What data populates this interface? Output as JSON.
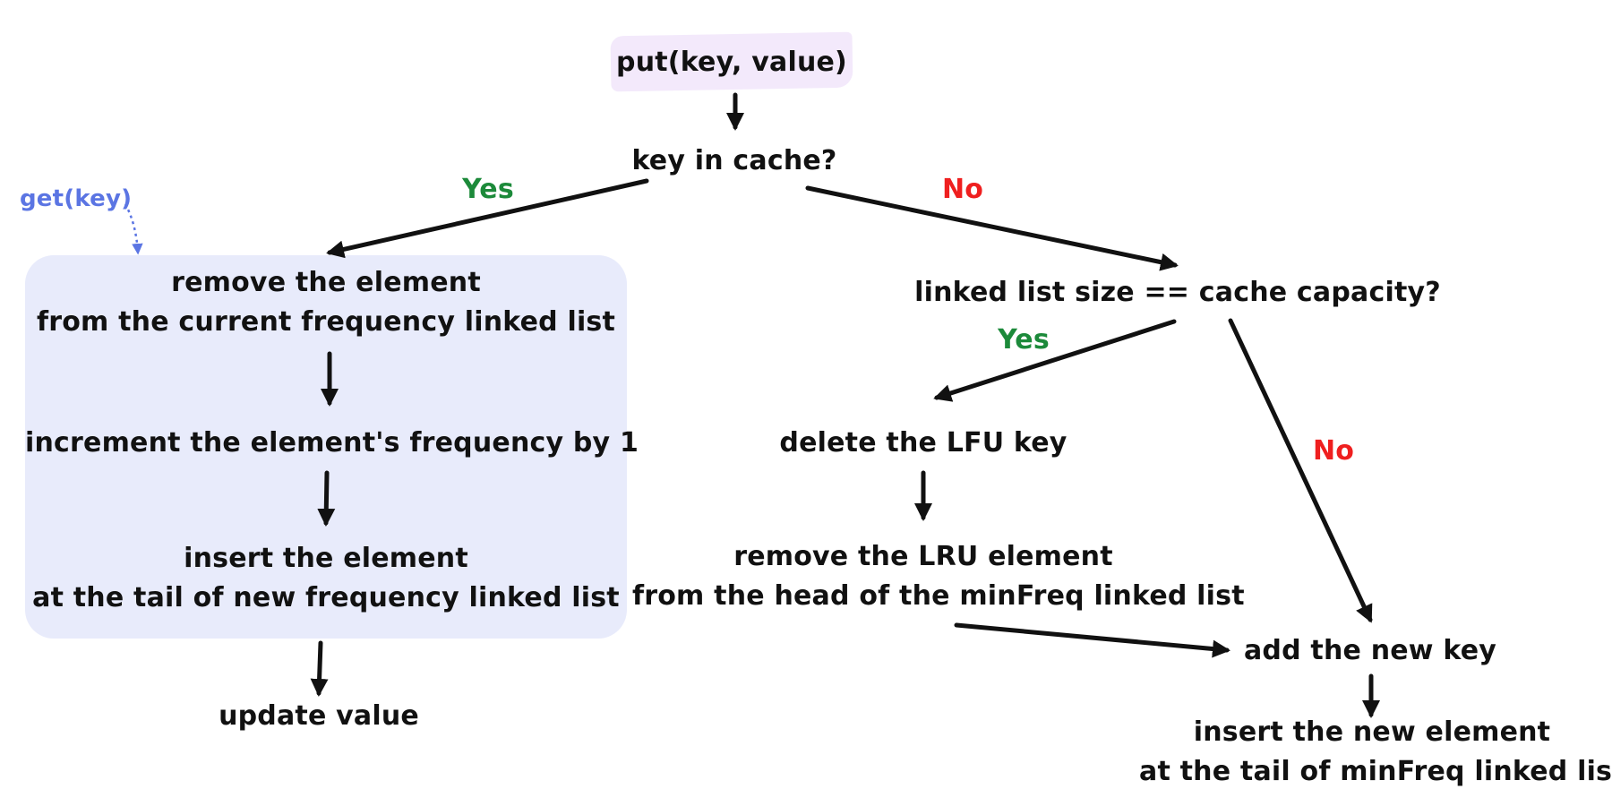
{
  "nodes": {
    "start": "put(key, value)",
    "key_in_cache": "key in cache?",
    "remove_element": [
      "remove the element",
      "from the current frequency linked list"
    ],
    "increment_frequency": "increment the element's frequency  by 1",
    "insert_element": [
      "insert the element",
      "at the tail of new frequency linked list"
    ],
    "update_value": "update value",
    "size_check": "linked list size == cache capacity?",
    "delete_lfu": "delete the LFU key",
    "remove_lru": [
      "remove the LRU element",
      "from the head of the minFreq linked list"
    ],
    "add_new_key": "add the new key",
    "insert_new_element": [
      "insert the new element",
      "at the tail of minFreq linked list"
    ]
  },
  "edge_labels": {
    "key_yes": "Yes",
    "key_no": "No",
    "size_yes": "Yes",
    "size_no": "No"
  },
  "annotation": {
    "get": "get(key)"
  },
  "colors": {
    "start_fill": "#f3e9fb",
    "group_fill": "#e8ebfb",
    "yes": "#1c8a3a",
    "no": "#ef1f1f",
    "annotation": "#5b75e3",
    "arrow": "#111111"
  }
}
